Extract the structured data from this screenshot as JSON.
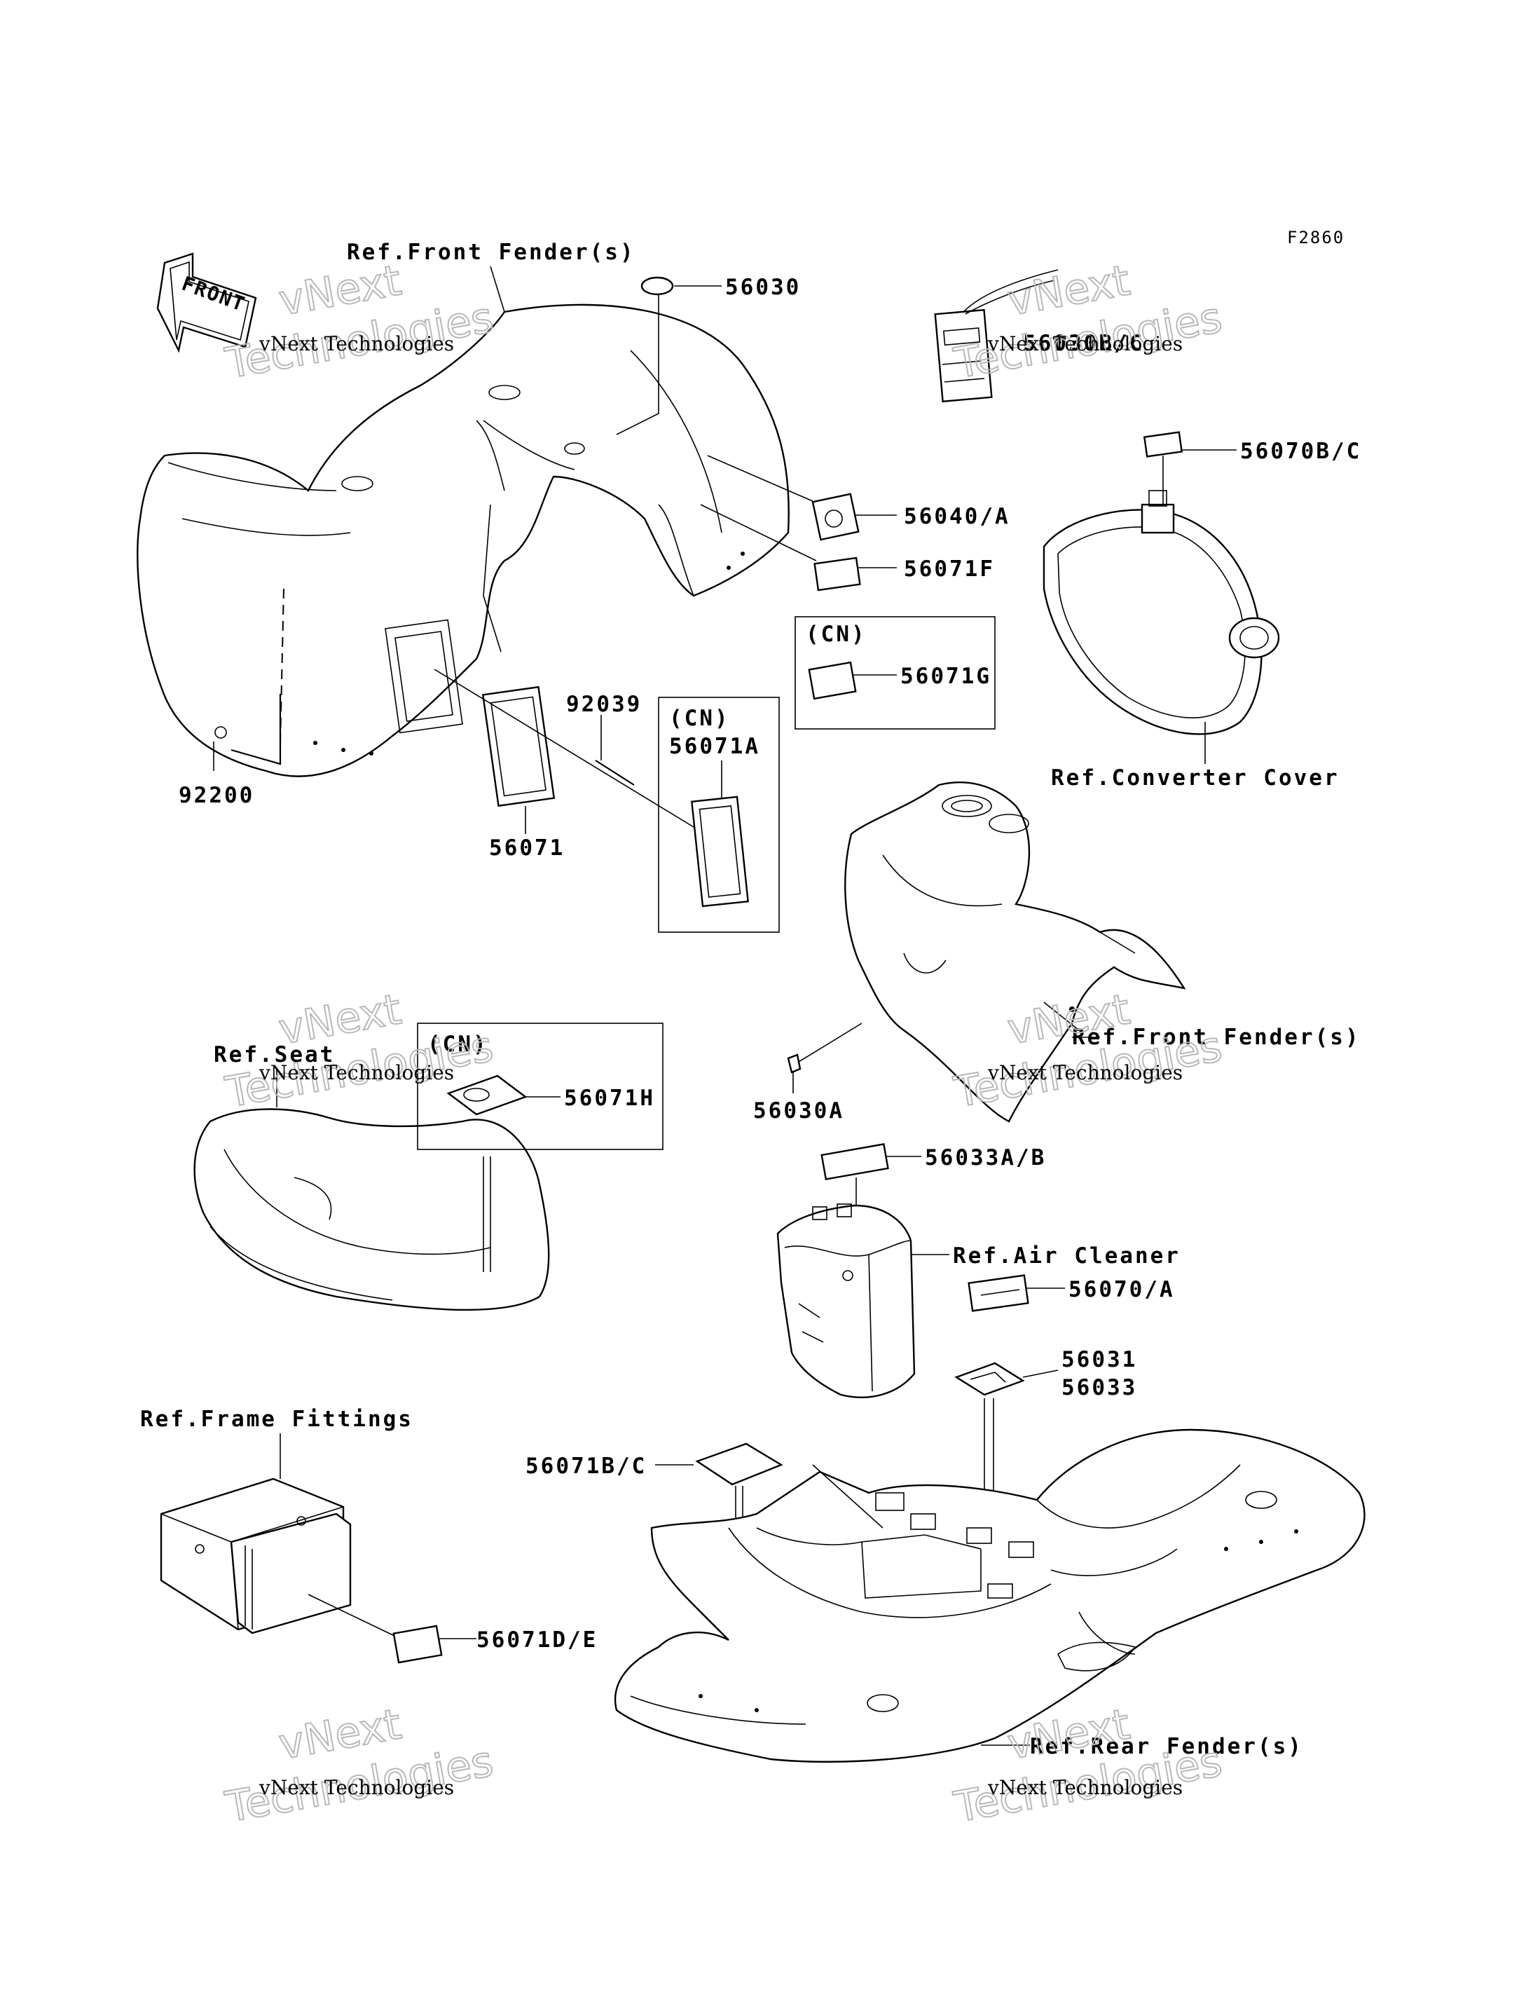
{
  "figure_code": "F2860",
  "front_arrow": "FRONT",
  "refs": {
    "front_fender_top": "Ref.Front Fender(s)",
    "converter_cover": "Ref.Converter Cover",
    "front_fender_mid": "Ref.Front Fender(s)",
    "seat": "Ref.Seat",
    "air_cleaner": "Ref.Air Cleaner",
    "frame_fittings": "Ref.Frame Fittings",
    "rear_fender": "Ref.Rear Fender(s)"
  },
  "parts": {
    "p56030": "56030",
    "p56030BC": "56030B/C",
    "p56070BC": "56070B/C",
    "p56040A": "56040/A",
    "p56071F": "56071F",
    "p56071G": "56071G",
    "p92039": "92039",
    "p56071A": "56071A",
    "p92200": "92200",
    "p56071": "56071",
    "p56030A": "56030A",
    "p56071H": "56071H",
    "p56033AB": "56033A/B",
    "p56070A": "56070/A",
    "p56031": "56031",
    "p56033": "56033",
    "p56071BC": "56071B/C",
    "p56071DE": "56071D/E"
  },
  "cn_boxes": {
    "box_g": "(CN)",
    "box_a": "(CN)",
    "box_h": "(CN)"
  },
  "watermark": {
    "line1": "vNext Technologies",
    "line2": "vNext",
    "line3": "Technologies"
  }
}
